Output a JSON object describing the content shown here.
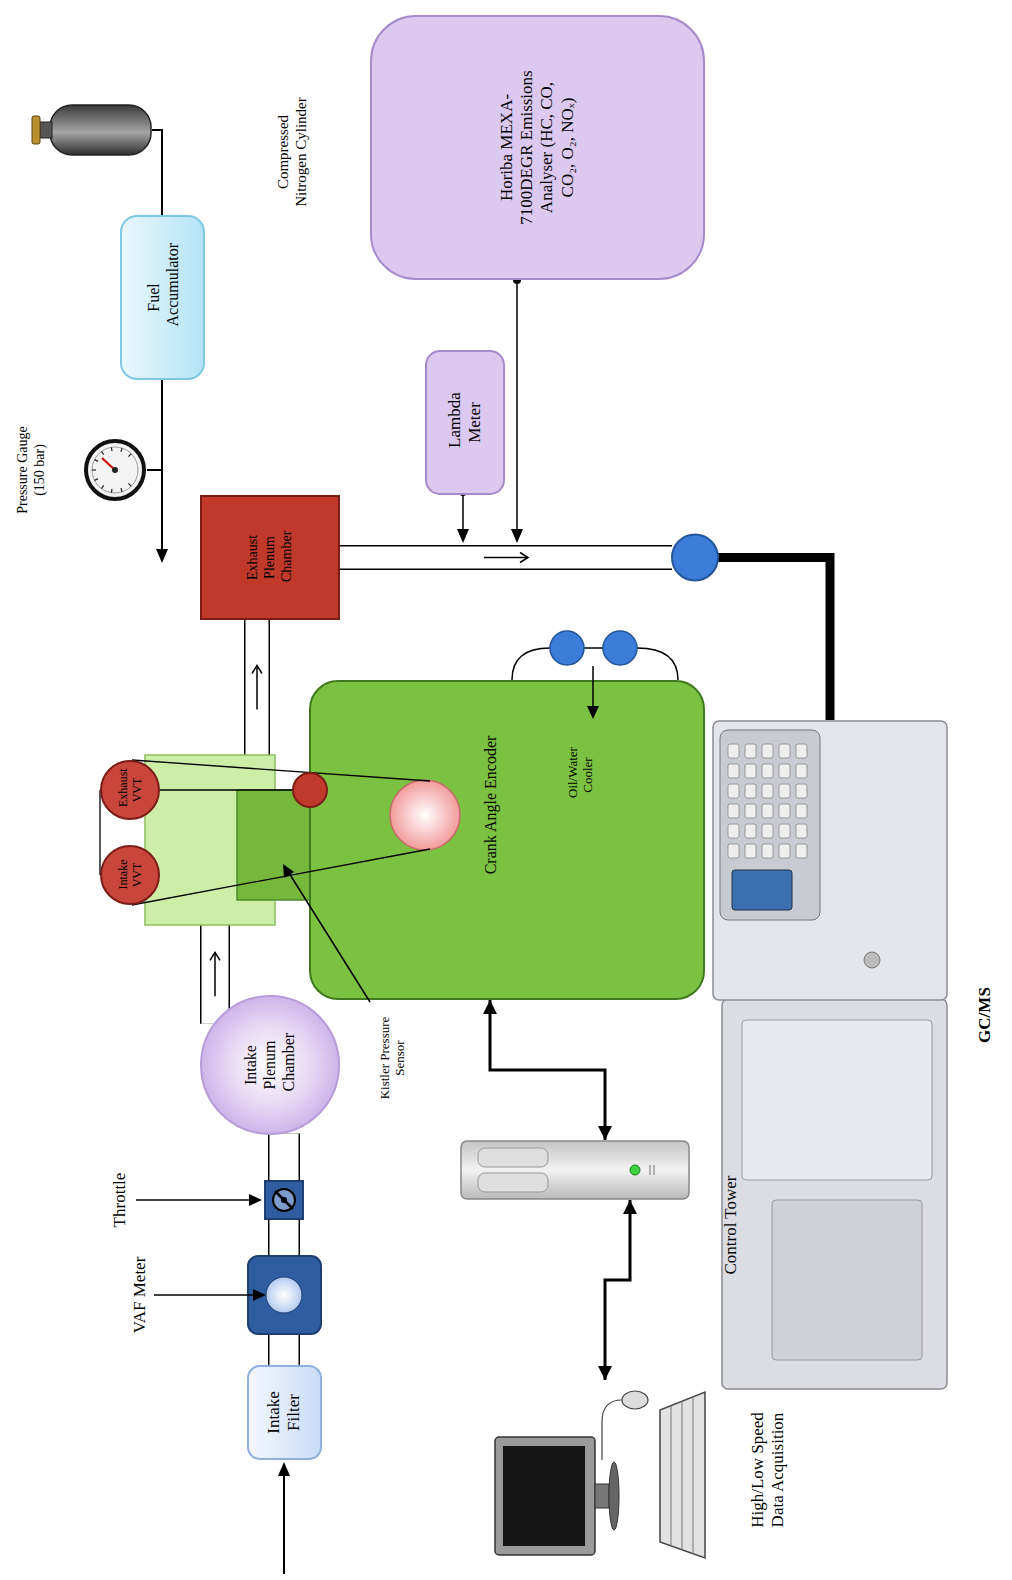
{
  "diagram": {
    "nodes": [
      {
        "text": [
          "Intake Filter"
        ]
      },
      {
        "text": [
          "VAF Meter"
        ]
      },
      {
        "text": [
          "Throttle"
        ]
      },
      {
        "text": [
          "Intake Plenum Chamber"
        ]
      },
      {
        "text": [
          "Intake VVT"
        ]
      },
      {
        "text": [
          "Exhaust VVT"
        ]
      },
      {
        "text": [
          "Crank Angle Encoder",
          "Oil/Water Cooler"
        ]
      },
      {
        "text": [
          "Exhaust Plenum Chamber"
        ]
      },
      {
        "text": [
          "Fuel Accumulator"
        ]
      },
      {
        "text": [
          "Compressed Nitrogen Cylinder"
        ]
      },
      {
        "text": [
          "Pressure Gauge (150 bar)"
        ]
      },
      {
        "text": [
          "Lambda Meter"
        ]
      },
      {
        "text": [
          "Horiba MEXA-7100DEGR Emissions Analyser (HC, CO, CO₂, O₂, NOₓ)"
        ]
      },
      {
        "text": [
          "Control Tower"
        ]
      },
      {
        "text": [
          "High/Low Speed Data Acquisition"
        ]
      },
      {
        "text": [
          "GC/MS"
        ]
      }
    ],
    "edges": [
      {
        "from": 0,
        "to": 1,
        "arrow": "none"
      },
      {
        "from": 1,
        "to": 2,
        "arrow": "none"
      },
      {
        "from": 2,
        "to": 3,
        "arrow": "none"
      },
      {
        "from": 3,
        "to": 6,
        "arrow": "to"
      },
      {
        "from": 6,
        "to": 7,
        "arrow": "to"
      },
      {
        "from": 7,
        "to": 15,
        "arrow": "to"
      },
      {
        "from": 8,
        "to": 9,
        "arrow": "none"
      },
      {
        "from": 13,
        "to": 6,
        "arrow": "both"
      },
      {
        "from": 14,
        "to": 13,
        "arrow": "both"
      }
    ],
    "labels": [
      "Kistler Pressure Sensor"
    ]
  }
}
